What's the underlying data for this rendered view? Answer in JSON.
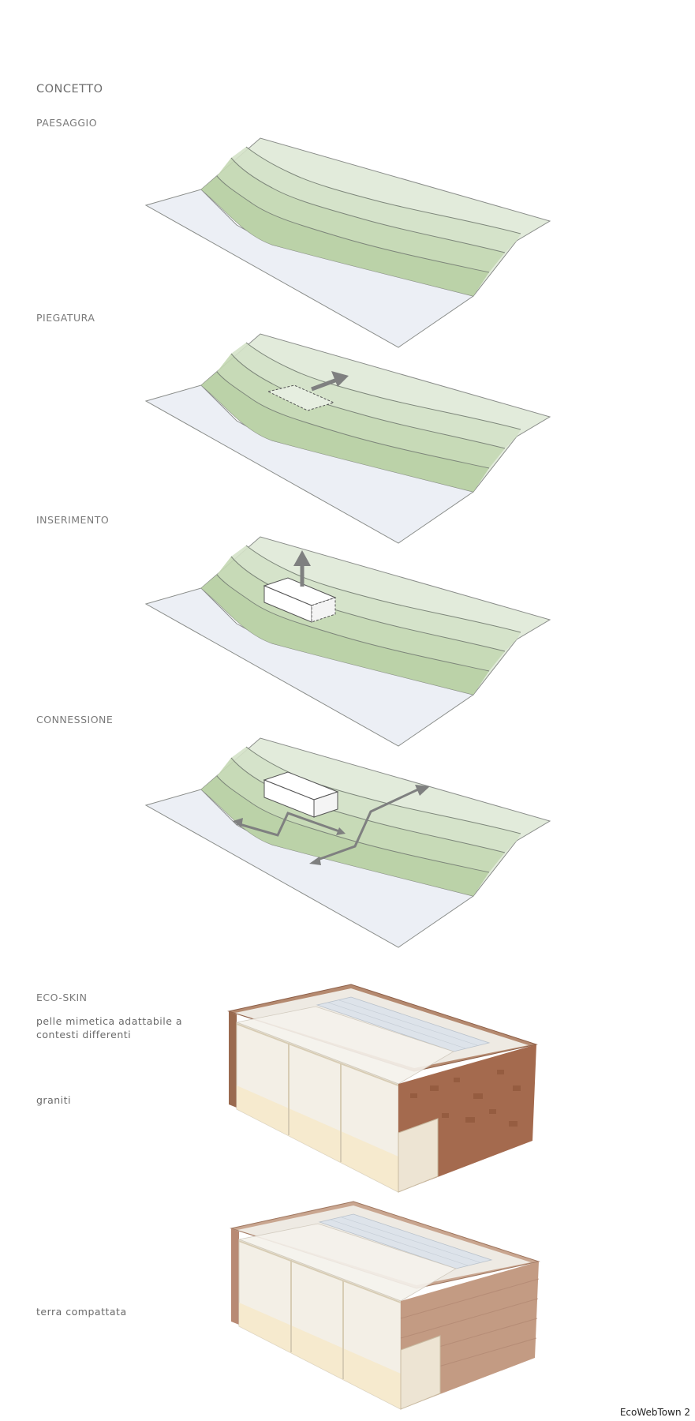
{
  "sections": {
    "concept": "CONCETTO",
    "landscape": "PAESAGGIO",
    "folding": "PIEGATURA",
    "insertion": "INSERIMENTO",
    "connection": "CONNESSIONE",
    "ecoskin": "ECO-SKIN",
    "ecoskin_desc": "pelle mimetica adattabile a contesti differenti",
    "material_1": "graniti",
    "material_2": "terra compattata"
  },
  "footer": "EcoWebTown 2",
  "colors": {
    "terrain_light": "#e2ebdb",
    "terrain_mid": "#cfddc2",
    "terrain_dark": "#b7cfa2",
    "ground": "#eceff5",
    "outline": "#8a8d8a",
    "arrow": "#7f8080",
    "granite": "#a46a4e",
    "earth": "#c39b83",
    "glass": "#f1ede6"
  }
}
